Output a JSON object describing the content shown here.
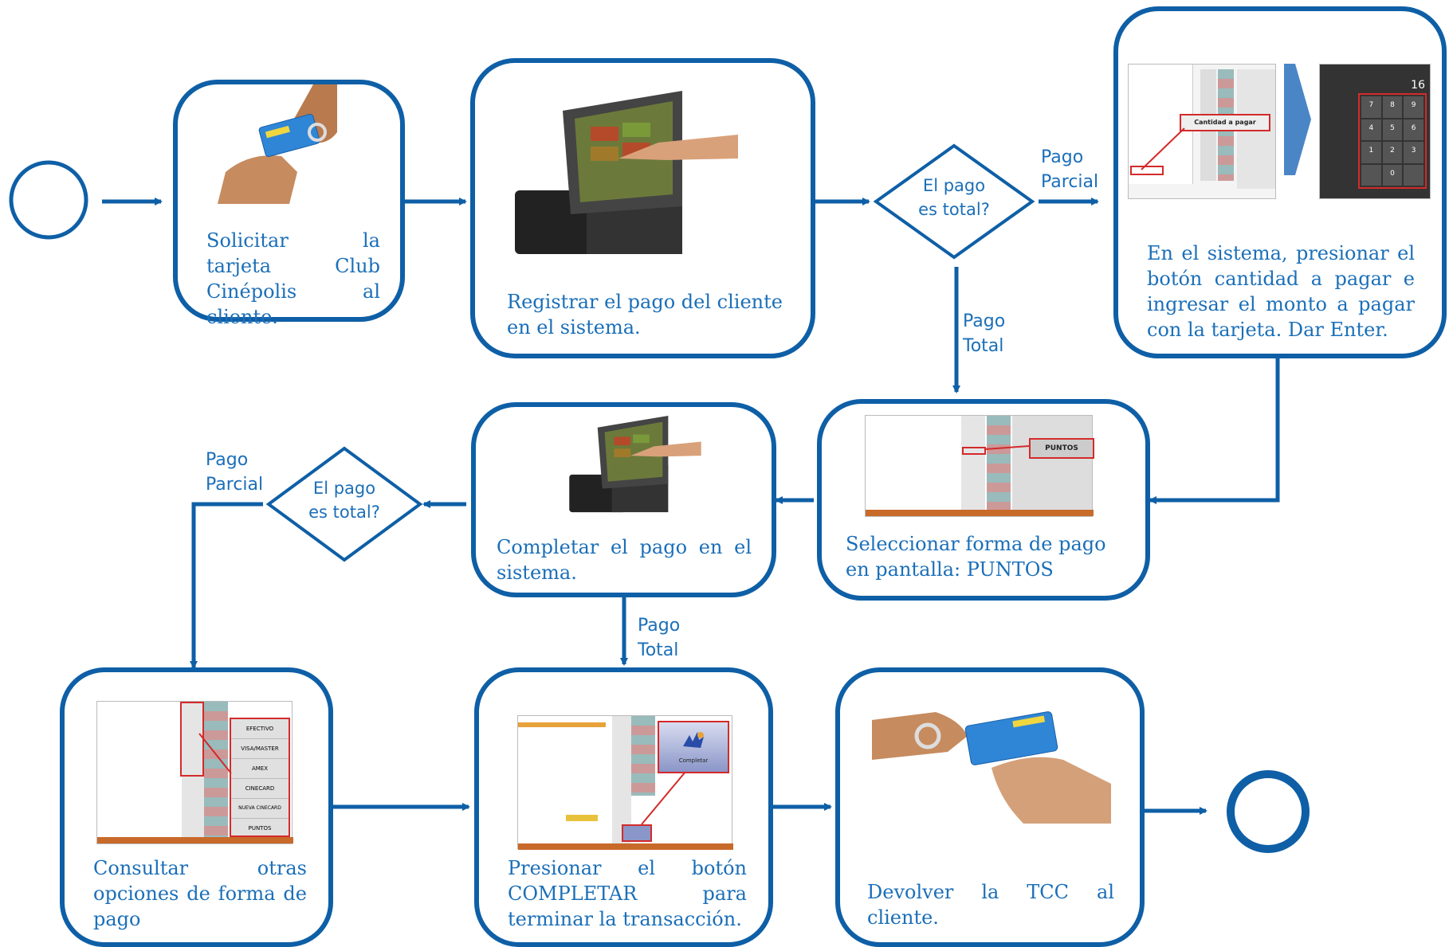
{
  "colors": {
    "accent": "#0e5fa6",
    "text": "#1b6fb8",
    "highlight": "#d42a2a"
  },
  "steps": {
    "s1": "Solicitar la tarjeta Club Cinépolis al cliente.",
    "s2": "Registrar el pago del cliente en el sistema.",
    "s3": "En el sistema,  presionar el botón cantidad a pagar e ingresar el monto a pagar con la tarjeta. Dar Enter.",
    "s4": "Seleccionar forma de pago en pantalla:  PUNTOS",
    "s5": "Completar el pago en el sistema.",
    "s6": "Consultar otras opciones de forma de pago",
    "s7": "Presionar el botón COMPLETAR para terminar la transacción.",
    "s8": "Devolver la TCC   al cliente."
  },
  "decisions": {
    "d1": {
      "line1": "El pago",
      "line2": "es total?"
    },
    "d2": {
      "line1": "El pago",
      "line2": "es total?"
    }
  },
  "labels": {
    "partial1": {
      "line1": "Pago",
      "line2": "Parcial"
    },
    "total1": {
      "line1": "Pago",
      "line2": "Total"
    },
    "partial2": {
      "line1": "Pago",
      "line2": "Parcial"
    },
    "total2": {
      "line1": "Pago",
      "line2": "Total"
    }
  },
  "screens": {
    "cantidad": "Cantidad a pagar",
    "puntos": "PUNTOS",
    "completar": "Completar",
    "amount": "16",
    "keypad": [
      "7",
      "8",
      "9",
      "4",
      "5",
      "6",
      "1",
      "2",
      "3",
      "0"
    ],
    "menu": [
      "EFECTIVO",
      "VISA/MASTER",
      "AMEX",
      "CINECARD",
      "NUEVA CINECARD",
      "PUNTOS"
    ]
  }
}
